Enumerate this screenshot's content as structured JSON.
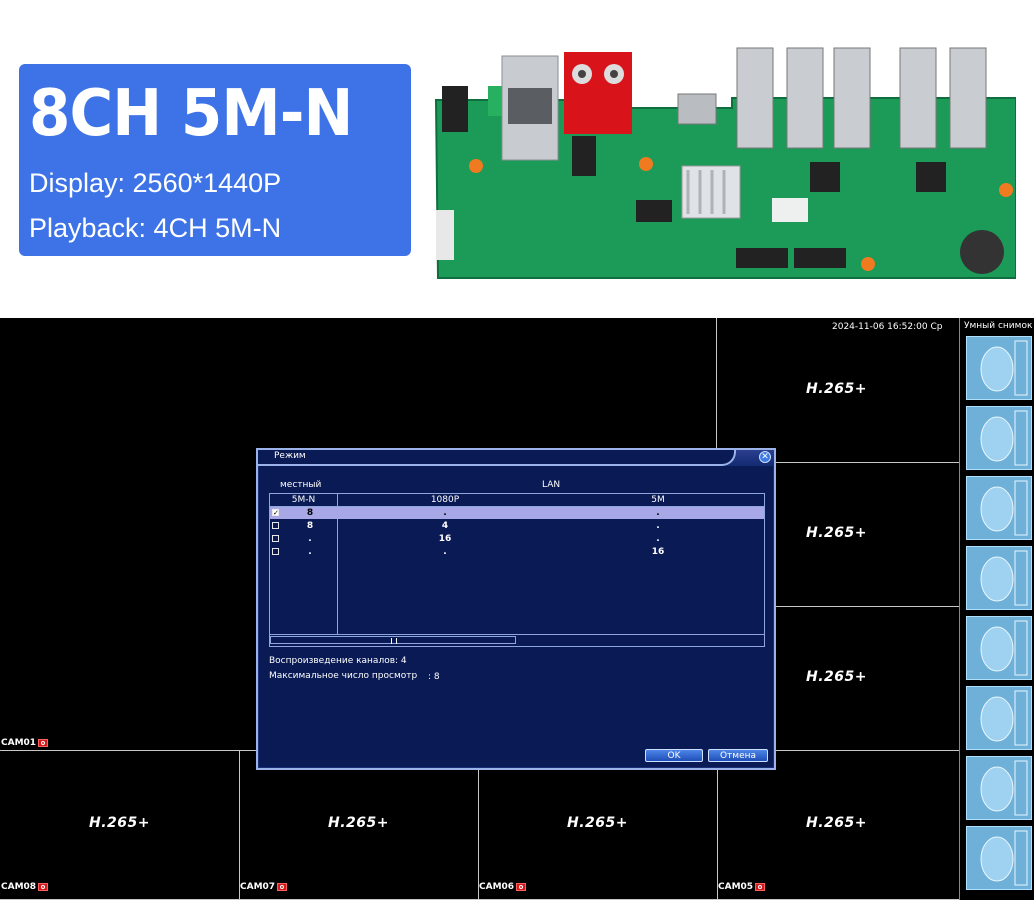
{
  "banner": {
    "title": "8CH 5M-N",
    "display": "Display: 2560*1440P",
    "playback": "Playback: 4CH 5M-N",
    "bg_color": "#3d73e6"
  },
  "screen": {
    "clock": "2024-11-06 16:52:00 Ср",
    "side_title": "Умный снимок",
    "codec": "H.265+",
    "cameras": {
      "cam1": "CAM01",
      "cam5": "CAM05",
      "cam6": "CAM06",
      "cam7": "CAM07",
      "cam8": "CAM08"
    }
  },
  "dialog": {
    "title": "Режим",
    "close_icon": "close-icon",
    "local_label": "местный",
    "lan_label": "LAN",
    "columns": [
      "5M-N",
      "1080P",
      "5M"
    ],
    "rows": [
      {
        "checked": true,
        "c1": "8",
        "c2": ".",
        "c3": "."
      },
      {
        "checked": false,
        "c1": "8",
        "c2": "4",
        "c3": "."
      },
      {
        "checked": false,
        "c1": ".",
        "c2": "16",
        "c3": "."
      },
      {
        "checked": false,
        "c1": ".",
        "c2": ".",
        "c3": "16"
      }
    ],
    "playback_label": "Воспроизведение каналов:",
    "playback_value": "4",
    "max_view_label": "Максимальное число просмотр",
    "max_view_value": ": 8",
    "ok_label": "OK",
    "cancel_label": "Отмена"
  }
}
